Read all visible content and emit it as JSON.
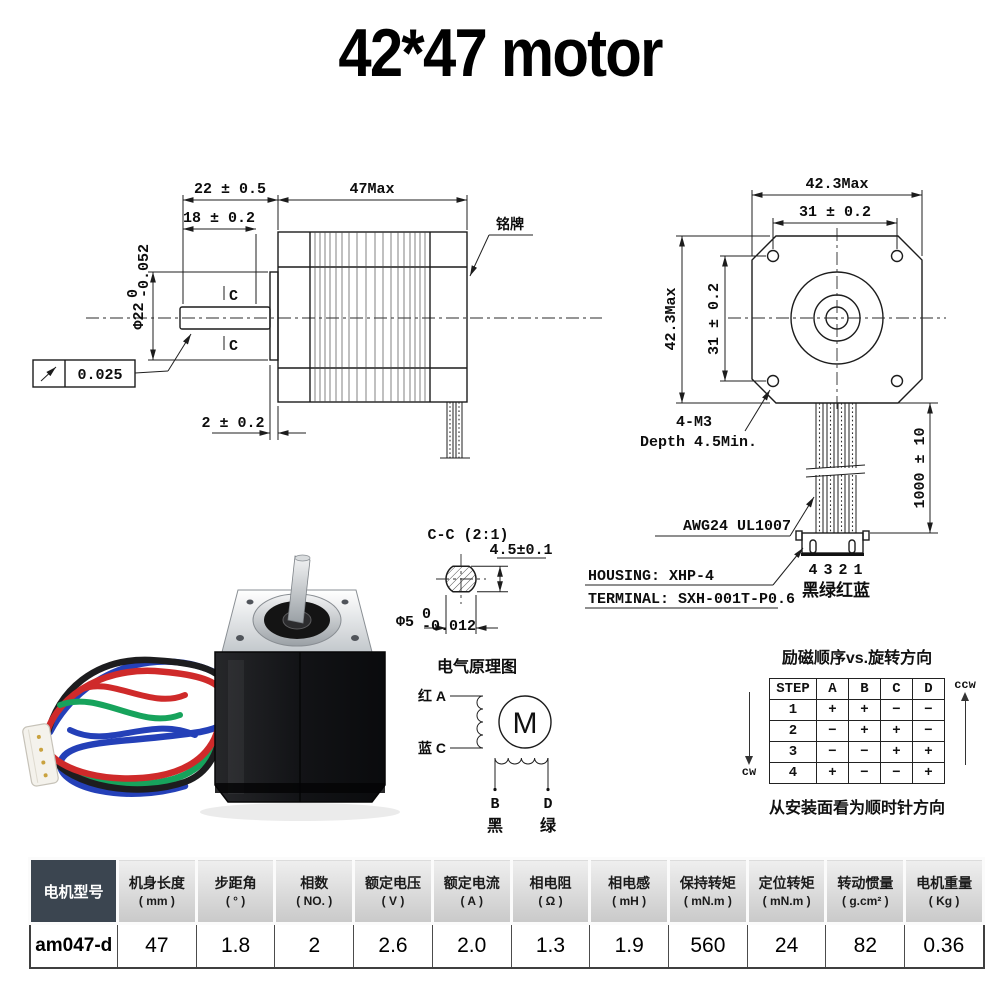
{
  "title": "42*47 motor",
  "side_view": {
    "dim_shaft_length": "22 ± 0.5",
    "dim_body_length": "47Max",
    "dim_shaft_exposed": "18 ± 0.2",
    "dim_shaft_dia": "Φ22",
    "dim_shaft_dia_tol_upper": "0",
    "dim_shaft_dia_tol_lower": "-0.052",
    "dim_boss": "2 ± 0.2",
    "runout_value": "0.025",
    "nameplate_label": "铭牌",
    "section_marker": "C"
  },
  "front_view": {
    "dim_width": "42.3Max",
    "dim_hole_span_h": "31 ± 0.2",
    "dim_height": "42.3Max",
    "dim_hole_span_v": "31 ± 0.2",
    "mount_note_line1": "4-M3",
    "mount_note_line2": "Depth 4.5Min.",
    "lead_length": "1000 ± 10",
    "wire_spec": "AWG24 UL1007",
    "housing_note": "HOUSING: XHP-4",
    "terminal_note": "TERMINAL: SXH-001T-P0.6",
    "pin_numbers": [
      "4",
      "3",
      "2",
      "1"
    ],
    "pin_colors_label": "黑绿红蓝"
  },
  "section_view": {
    "label": "C-C (2:1)",
    "dim_across_flats": "4.5±0.1",
    "dim_diameter": "Φ5",
    "dia_tol_upper": "0",
    "dia_tol_lower": "-0.012"
  },
  "schematic": {
    "title": "电气原理图",
    "phase_a": "红 A",
    "phase_c": "蓝 C",
    "motor_symbol": "M",
    "phase_b": "B",
    "phase_d": "D",
    "phase_b_color": "黑",
    "phase_d_color": "绿"
  },
  "sequence": {
    "title": "励磁顺序vs.旋转方向",
    "headers": [
      "STEP",
      "A",
      "B",
      "C",
      "D"
    ],
    "rows": [
      [
        "1",
        "+",
        "+",
        "−",
        "−"
      ],
      [
        "2",
        "−",
        "+",
        "+",
        "−"
      ],
      [
        "3",
        "−",
        "−",
        "+",
        "+"
      ],
      [
        "4",
        "+",
        "−",
        "−",
        "+"
      ]
    ],
    "cw_label": "cw",
    "ccw_label": "ccw",
    "note": "从安装面看为顺时针方向"
  },
  "spec_table": {
    "model_header": "电机型号",
    "columns": [
      {
        "name": "机身长度",
        "unit": "( mm )"
      },
      {
        "name": "步距角",
        "unit": "( ° )"
      },
      {
        "name": "相数",
        "unit": "( NO. )"
      },
      {
        "name": "额定电压",
        "unit": "( V )"
      },
      {
        "name": "额定电流",
        "unit": "( A )"
      },
      {
        "name": "相电阻",
        "unit": "( Ω )"
      },
      {
        "name": "相电感",
        "unit": "( mH )"
      },
      {
        "name": "保持转矩",
        "unit": "( mN.m )"
      },
      {
        "name": "定位转矩",
        "unit": "( mN.m )"
      },
      {
        "name": "转动惯量",
        "unit": "( g.cm² )"
      },
      {
        "name": "电机重量",
        "unit": "( Kg )"
      }
    ],
    "model": "am047-d",
    "values": [
      "47",
      "1.8",
      "2",
      "2.6",
      "2.0",
      "1.3",
      "1.9",
      "560",
      "24",
      "82",
      "0.36"
    ]
  },
  "colors": {
    "model_header_bg": "#3b4550",
    "table_header_bg": "#d9d9d9",
    "wire_red": "#cf2a2a",
    "wire_blue": "#2440b8",
    "wire_green": "#17a35c",
    "wire_black": "#1d1d1f"
  }
}
